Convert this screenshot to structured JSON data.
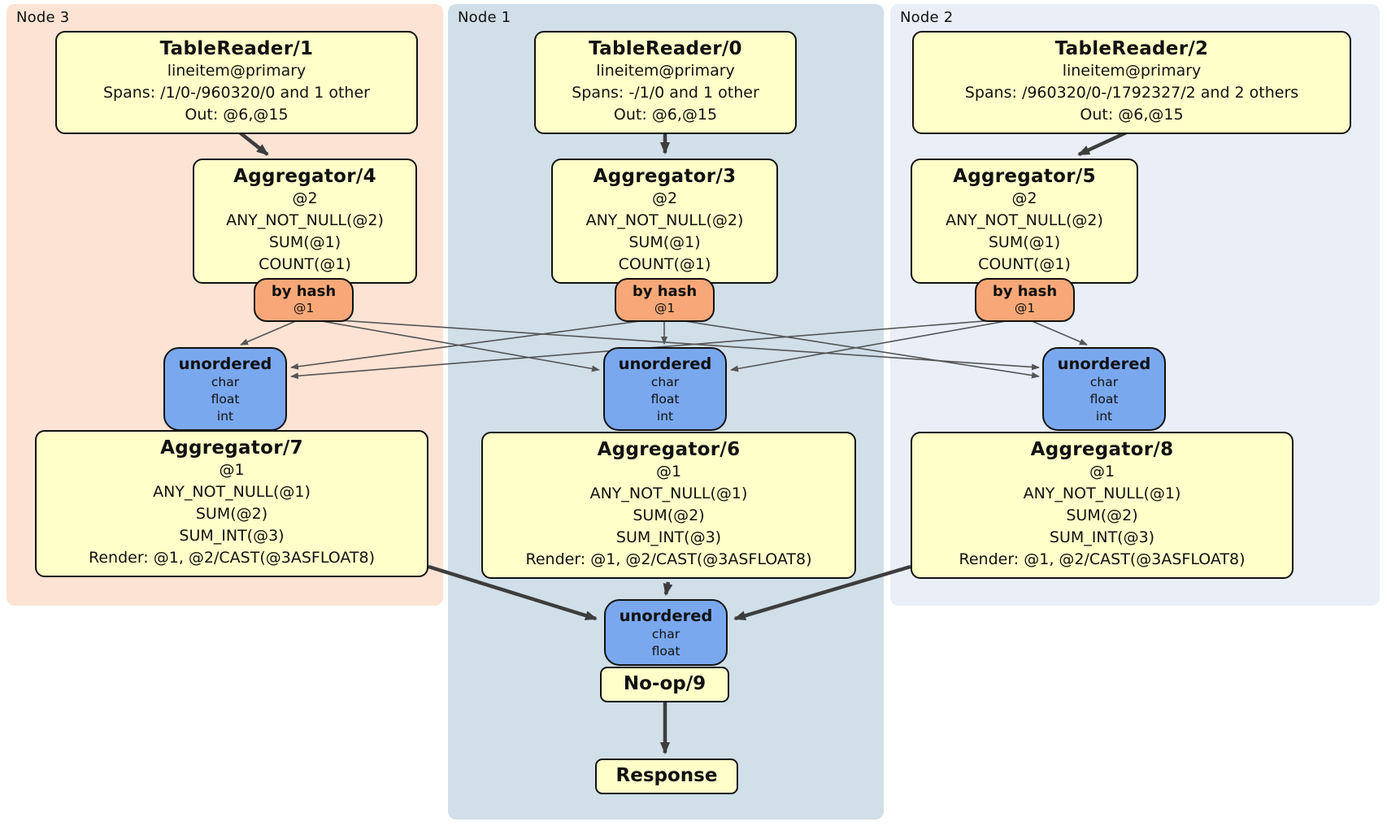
{
  "colors": {
    "node3_bg": "#fce3d3",
    "node1_bg": "#d0dfe8",
    "node2_bg": "#e9eef7",
    "processor_fill": "#ffffc9",
    "router_fill": "#f8a878",
    "sync_fill": "#7aa8ef",
    "edge_thick": "#3d3d3d",
    "edge_thin": "#555555"
  },
  "nodes": {
    "node3": {
      "label": "Node 3"
    },
    "node1": {
      "label": "Node 1"
    },
    "node2": {
      "label": "Node 2"
    }
  },
  "processors": {
    "tr1": {
      "title": "TableReader/1",
      "lines": [
        "lineitem@primary",
        "Spans: /1/0-/960320/0 and 1 other",
        "Out: @6,@15"
      ]
    },
    "tr0": {
      "title": "TableReader/0",
      "lines": [
        "lineitem@primary",
        "Spans: -/1/0 and 1 other",
        "Out: @6,@15"
      ]
    },
    "tr2": {
      "title": "TableReader/2",
      "lines": [
        "lineitem@primary",
        "Spans: /960320/0-/1792327/2 and 2 others",
        "Out: @6,@15"
      ]
    },
    "agg4": {
      "title": "Aggregator/4",
      "lines": [
        "@2",
        "ANY_NOT_NULL(@2)",
        "SUM(@1)",
        "COUNT(@1)"
      ]
    },
    "agg3": {
      "title": "Aggregator/3",
      "lines": [
        "@2",
        "ANY_NOT_NULL(@2)",
        "SUM(@1)",
        "COUNT(@1)"
      ]
    },
    "agg5": {
      "title": "Aggregator/5",
      "lines": [
        "@2",
        "ANY_NOT_NULL(@2)",
        "SUM(@1)",
        "COUNT(@1)"
      ]
    },
    "agg7": {
      "title": "Aggregator/7",
      "lines": [
        "@1",
        "ANY_NOT_NULL(@1)",
        "SUM(@2)",
        "SUM_INT(@3)",
        "Render: @1, @2/CAST(@3ASFLOAT8)"
      ]
    },
    "agg6": {
      "title": "Aggregator/6",
      "lines": [
        "@1",
        "ANY_NOT_NULL(@1)",
        "SUM(@2)",
        "SUM_INT(@3)",
        "Render: @1, @2/CAST(@3ASFLOAT8)"
      ]
    },
    "agg8": {
      "title": "Aggregator/8",
      "lines": [
        "@1",
        "ANY_NOT_NULL(@1)",
        "SUM(@2)",
        "SUM_INT(@3)",
        "Render: @1, @2/CAST(@3ASFLOAT8)"
      ]
    },
    "noop9": {
      "title": "No-op/9"
    },
    "response": {
      "title": "Response"
    }
  },
  "routers": {
    "hash4": {
      "title": "by hash",
      "key": "@1"
    },
    "hash3": {
      "title": "by hash",
      "key": "@1"
    },
    "hash5": {
      "title": "by hash",
      "key": "@1"
    }
  },
  "syncs": {
    "sync_left": {
      "title": "unordered",
      "types": [
        "char",
        "float",
        "int"
      ]
    },
    "sync_center": {
      "title": "unordered",
      "types": [
        "char",
        "float",
        "int"
      ]
    },
    "sync_right": {
      "title": "unordered",
      "types": [
        "char",
        "float",
        "int"
      ]
    },
    "sync_final": {
      "title": "unordered",
      "types": [
        "char",
        "float"
      ]
    }
  }
}
